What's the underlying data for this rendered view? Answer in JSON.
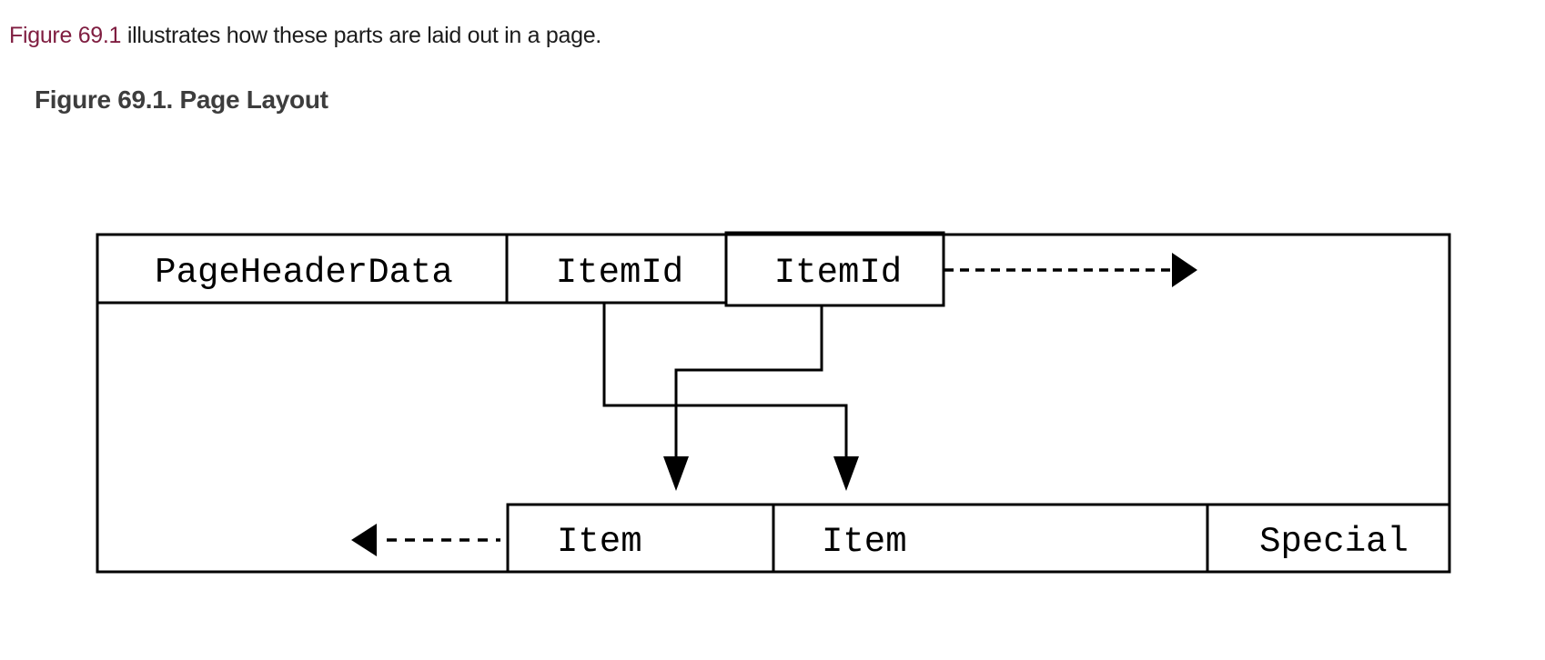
{
  "intro": {
    "link_label": "Figure 69.1",
    "text_after_link": " illustrates how these parts are laid out in a page."
  },
  "figure": {
    "caption": "Figure 69.1. Page Layout"
  },
  "diagram": {
    "labels": {
      "page_header": "PageHeaderData",
      "item_id_1": "ItemId",
      "item_id_2": "ItemId",
      "item_1": "Item",
      "item_2": "Item",
      "special": "Special"
    },
    "icons": {
      "right_dashed_arrow": "more-itemids-direction-arrow",
      "left_dashed_arrow": "free-space-direction-arrow",
      "down_arrows": "itemid-to-item-pointer-arrows"
    }
  },
  "colors": {
    "background": "#ffffff",
    "body_text": "#1c1c1c",
    "caption_text": "#3d3d3d",
    "link": "#7f1d40",
    "diagram_stroke": "#000000"
  }
}
